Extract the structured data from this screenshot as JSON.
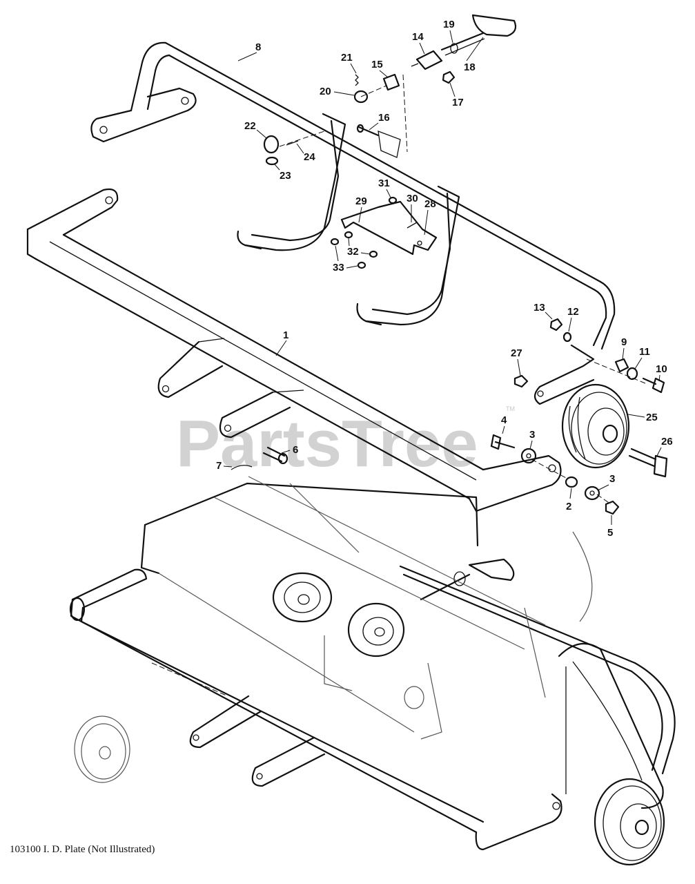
{
  "watermark": {
    "text": "PartsTree",
    "mark": "TM"
  },
  "footnote": "103100  I. D. Plate (Not Illustrated)",
  "callouts": [
    "1",
    "2",
    "3",
    "3",
    "4",
    "5",
    "6",
    "7",
    "8",
    "9",
    "10",
    "11",
    "12",
    "13",
    "14",
    "15",
    "16",
    "17",
    "18",
    "19",
    "20",
    "21",
    "22",
    "23",
    "24",
    "25",
    "26",
    "27",
    "28",
    "29",
    "30",
    "31",
    "32",
    "33"
  ]
}
